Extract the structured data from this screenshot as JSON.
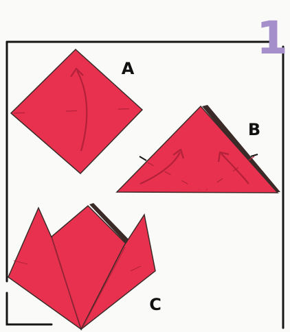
{
  "step_number": "1",
  "labels": {
    "a": "A",
    "b": "B",
    "c": "C"
  },
  "colors": {
    "paper_red": "#e8314e",
    "paper_shadow": "#3a2a28",
    "fold_line": "#b2213a",
    "frame": "#151515",
    "step_number": "#a58fcb",
    "background": "#fafaf8"
  }
}
